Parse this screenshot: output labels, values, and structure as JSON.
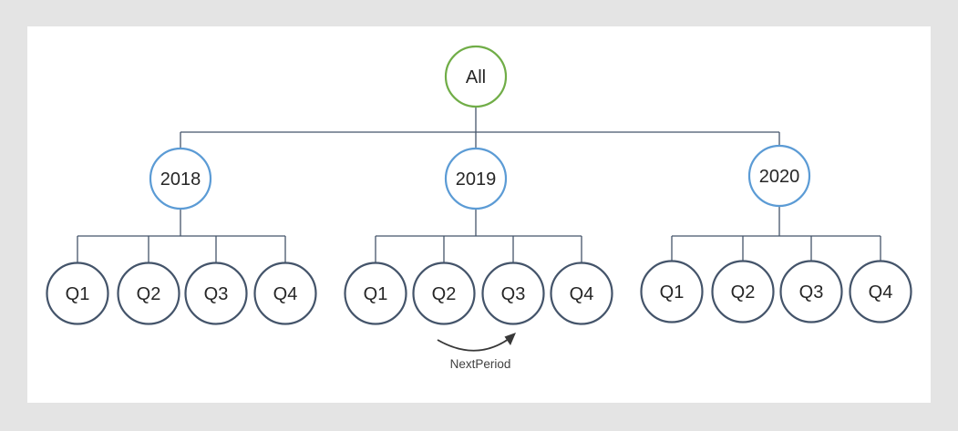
{
  "page": {
    "background": "#e4e4e4",
    "canvas_background": "#ffffff"
  },
  "colors": {
    "connector": "#44546a",
    "root_border": "#70ad47",
    "year_border": "#5b9bd5",
    "quarter_border": "#44546a",
    "node_text": "#262626",
    "arrow": "#383838",
    "annotation_text": "#404040"
  },
  "tree": {
    "root": {
      "label": "All"
    },
    "years": [
      {
        "label": "2018",
        "quarters": [
          "Q1",
          "Q2",
          "Q3",
          "Q4"
        ]
      },
      {
        "label": "2019",
        "quarters": [
          "Q1",
          "Q2",
          "Q3",
          "Q4"
        ]
      },
      {
        "label": "2020",
        "quarters": [
          "Q1",
          "Q2",
          "Q3",
          "Q4"
        ]
      }
    ]
  },
  "annotation": {
    "label": "NextPeriod"
  }
}
